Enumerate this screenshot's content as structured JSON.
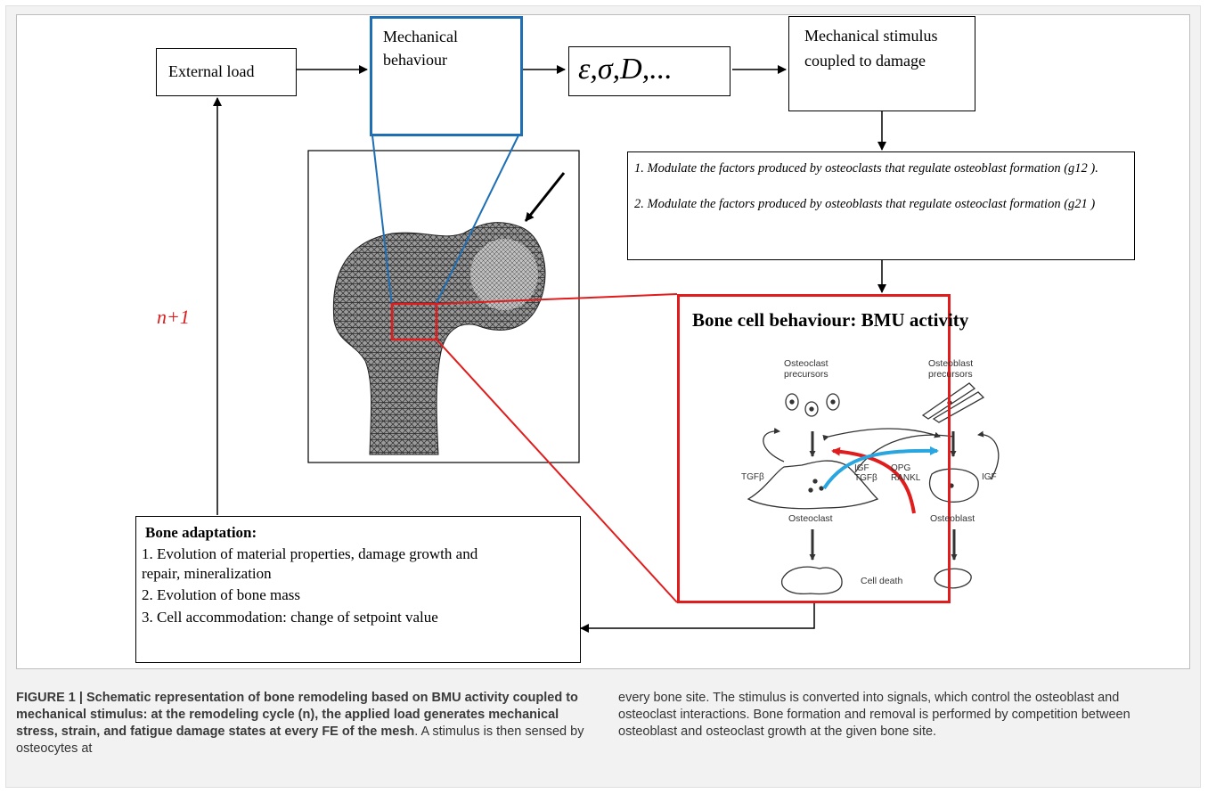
{
  "diagram": {
    "external_load": "External load",
    "mech_behaviour": "Mechanical behaviour",
    "variables": "ε,σ,D,...",
    "stimulus": "Mechanical stimulus coupled to damage",
    "modulate": {
      "line1": "1.  Modulate the factors produced by osteoclasts that regulate osteoblast formation (g12 ).",
      "line2": "2. Modulate the factors produced by osteoblasts that regulate osteoclast formation (g21 )"
    },
    "cycle_label": "n+1",
    "bmu_title": "Bone cell behaviour: BMU activity",
    "bmu_labels": {
      "oc_precursors": "Osteoclast precursors",
      "ob_precursors": "Osteoblast precursors",
      "tgfb_left": "TGFβ",
      "igf_tgfb": "IGF TGFβ",
      "opg_rankl": "OPG RANKL",
      "igf_right": "IGF",
      "osteoclast": "Osteoclast",
      "osteoblast": "Osteoblast",
      "cell_death": "Cell death"
    },
    "adaptation": {
      "title": "Bone adaptation:",
      "items": [
        "1. Evolution of material properties, damage growth and repair, mineralization",
        "2. Evolution of bone mass",
        "3. Cell accommodation: change of setpoint value"
      ]
    },
    "colors": {
      "blue": "#1f6fb5",
      "red": "#e01c1c",
      "cyan": "#29a6e0"
    }
  },
  "caption": {
    "bold": "FIGURE 1 | Schematic representation of bone remodeling based on BMU activity coupled to mechanical stimulus: at the remodeling cycle (n), the applied load generates mechanical stress, strain, and fatigue damage states at every FE of the mesh",
    "text_left": ". A stimulus is then sensed by osteocytes at",
    "text_right": "every bone site. The stimulus is converted into signals, which control the osteoblast and osteoclast interactions. Bone formation and removal is performed by competition between osteoblast and osteoclast growth at the given bone site."
  }
}
